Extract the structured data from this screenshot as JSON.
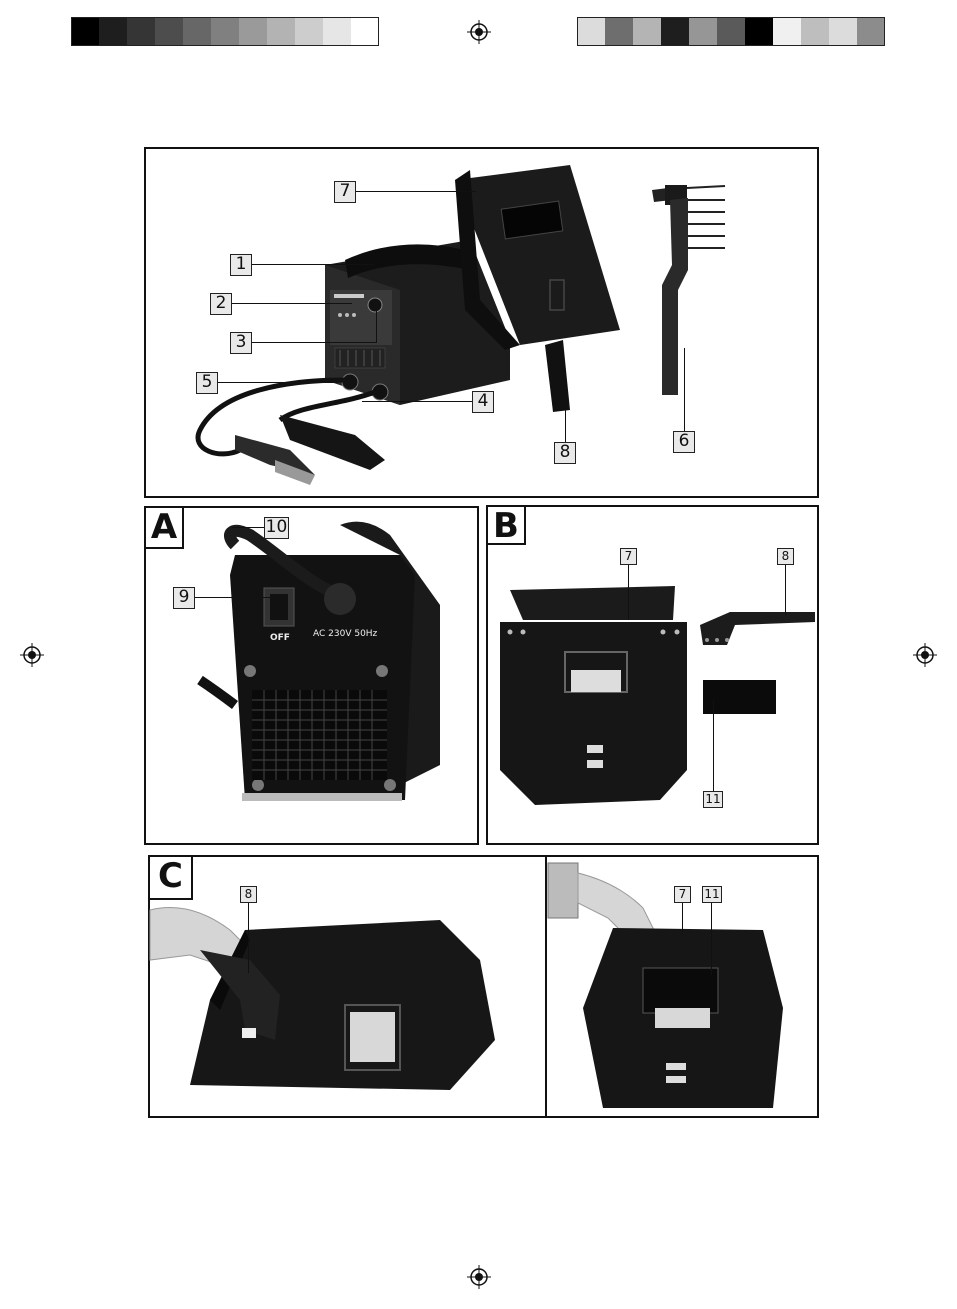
{
  "figure_tabs": {
    "a": "A",
    "b": "B",
    "c": "C"
  },
  "callouts": {
    "main": {
      "c1": "1",
      "c2": "2",
      "c3": "3",
      "c4": "4",
      "c5": "5",
      "c6": "6",
      "c7": "7",
      "c8": "8"
    },
    "a": {
      "c9": "9",
      "c10": "10"
    },
    "b": {
      "c7": "7",
      "c8": "8",
      "c11": "11"
    },
    "c": {
      "c8": "8",
      "c7": "7",
      "c11": "11"
    }
  },
  "device_labels": {
    "switch_off": "OFF",
    "power_rating": "AC 230V 50Hz"
  },
  "colors": {
    "ink": "#111111",
    "callout_fill": "#e9e9e9",
    "strip_left": [
      "#000000",
      "#1e1e1e",
      "#353535",
      "#4d4d4d",
      "#676767",
      "#808080",
      "#9a9a9a",
      "#b3b3b3",
      "#cdcdcd",
      "#e6e6e6",
      "#ffffff"
    ],
    "strip_right": [
      "#dcdcdc",
      "#6e6e6e",
      "#b4b4b4",
      "#1e1e1e",
      "#969696",
      "#5a5a5a",
      "#000000",
      "#f0f0f0",
      "#bebebe",
      "#dcdcdc",
      "#8c8c8c"
    ]
  },
  "icons": [
    "registration-mark-icon"
  ]
}
